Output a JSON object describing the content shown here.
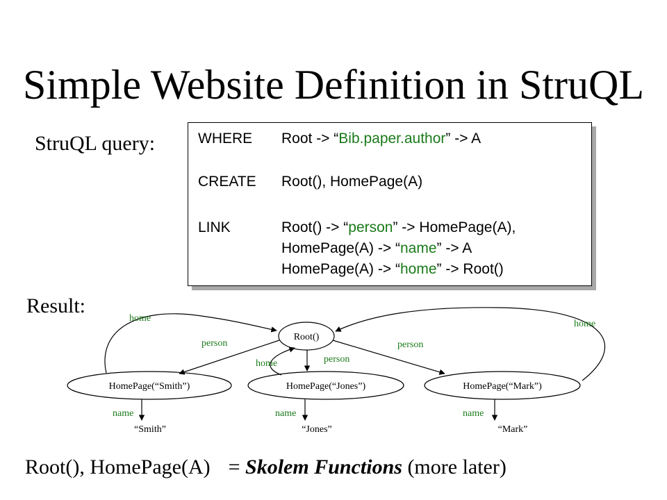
{
  "title": "Simple Website Definition in StruQL",
  "query_label": "StruQL query:",
  "query": {
    "where_kw": "WHERE",
    "where_pre": "Root -> “",
    "where_str": "Bib.paper.author",
    "where_post": "” -> A",
    "create_kw": "CREATE",
    "create_body": "Root(), HomePage(A)",
    "link_kw": "LINK",
    "link1_pre": "Root() -> “",
    "link1_str": "person",
    "link1_post": "” -> HomePage(A),",
    "link2_pre": "HomePage(A) -> “",
    "link2_str": "name",
    "link2_post": "” -> A",
    "link3_pre": "HomePage(A) -> “",
    "link3_str": "home",
    "link3_post": "” -> Root()"
  },
  "result_label": "Result:",
  "graph": {
    "root": "Root()",
    "hp_smith": "HomePage(“Smith”)",
    "hp_jones": "HomePage(“Jones”)",
    "hp_mark": "HomePage(“Mark”)",
    "smith": "“Smith”",
    "jones": "“Jones”",
    "mark": "“Mark”",
    "label_home": "home",
    "label_person": "person",
    "label_name": "name"
  },
  "footer": {
    "lhs": "Root(), HomePage(A)",
    "eq": "= ",
    "emph": "Skolem Functions",
    "rest": " (more later)"
  },
  "colors": {
    "edge_label": "#1a7a1a",
    "text": "#000000"
  }
}
